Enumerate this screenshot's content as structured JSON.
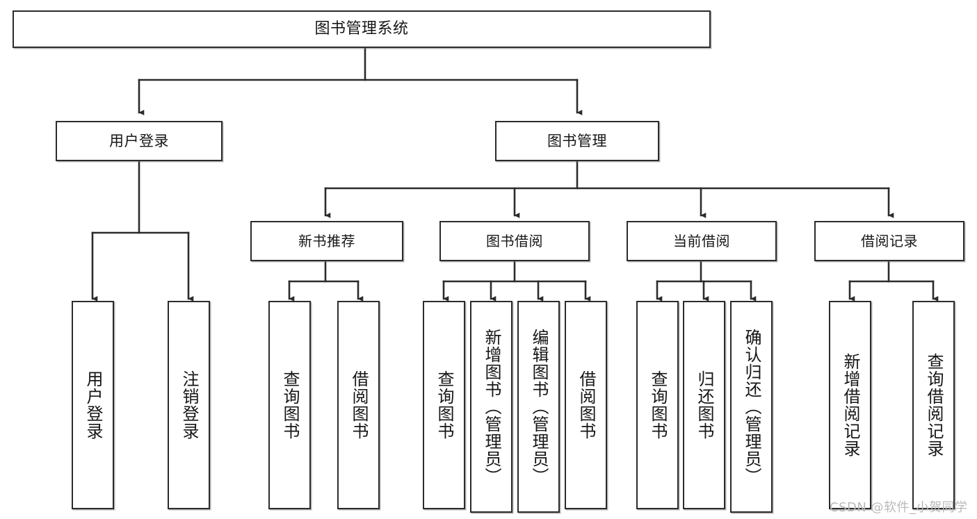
{
  "diagram": {
    "title": "图书管理系统",
    "type": "功能结构图",
    "watermark": "CSDN @软件_小贺同学",
    "colors": {
      "stroke": "#2b2b2b",
      "fill": "#ffffff",
      "text": "#161616",
      "watermark": "#b9b9b9"
    },
    "root": {
      "label": "图书管理系统"
    },
    "level1": [
      {
        "label": "用户登录"
      },
      {
        "label": "图书管理"
      }
    ],
    "level2": [
      {
        "label": "新书推荐"
      },
      {
        "label": "图书借阅"
      },
      {
        "label": "当前借阅"
      },
      {
        "label": "借阅记录"
      }
    ],
    "leaves": {
      "user_login": [
        {
          "label": "用户登录"
        },
        {
          "label": "注销登录"
        }
      ],
      "new_book": [
        {
          "label": "查询图书"
        },
        {
          "label": "借阅图书"
        }
      ],
      "borrow_book": [
        {
          "label": "查询图书"
        },
        {
          "label": "新增图书（管理员）"
        },
        {
          "label": "编辑图书（管理员）"
        },
        {
          "label": "借阅图书"
        }
      ],
      "current_borrow": [
        {
          "label": "查询图书"
        },
        {
          "label": "归还图书"
        },
        {
          "label": "确认归还（管理员）"
        }
      ],
      "borrow_record": [
        {
          "label": "新增借阅记录"
        },
        {
          "label": "查询借阅记录"
        }
      ]
    }
  }
}
